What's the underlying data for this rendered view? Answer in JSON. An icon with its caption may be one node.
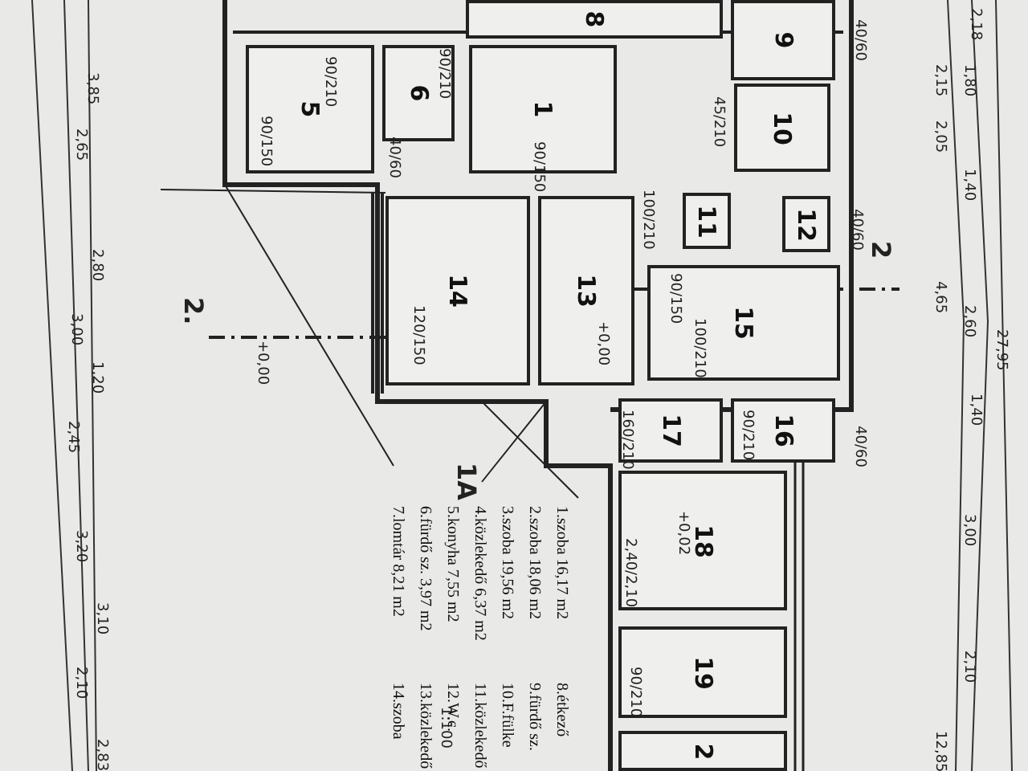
{
  "diagram": {
    "nodes": [
      {
        "text": [
          "8"
        ]
      },
      {
        "text": [
          "9"
        ]
      },
      {
        "text": [
          "5"
        ]
      },
      {
        "text": [
          "6"
        ]
      },
      {
        "text": [
          "1"
        ]
      },
      {
        "text": [
          "10"
        ]
      },
      {
        "text": [
          "14"
        ]
      },
      {
        "text": [
          "13"
        ]
      },
      {
        "text": [
          "11"
        ]
      },
      {
        "text": [
          "12"
        ]
      },
      {
        "text": [
          "15"
        ]
      },
      {
        "text": [
          "17"
        ]
      },
      {
        "text": [
          "16"
        ]
      },
      {
        "text": [
          "18"
        ]
      },
      {
        "text": [
          "19"
        ]
      },
      {
        "text": [
          "2"
        ]
      }
    ],
    "edges": [],
    "labels": [
      "3,85",
      "2,65",
      "2,80",
      "3,00",
      "1,20",
      "2,45",
      "3,20",
      "3,10",
      "2,10",
      "2,83",
      "2,18",
      "2,15",
      "1,80",
      "2,05",
      "1,40",
      "4,65",
      "2,60",
      "27,95",
      "1,40",
      "3,00",
      "2,10",
      "12,85",
      "90/210",
      "90/210",
      "40/60",
      "90/150",
      "90/150",
      "40/60",
      "45/210",
      "100/210",
      "40/60",
      "120/150",
      "90/150",
      "100/210",
      "160/210",
      "90/210",
      "40/60",
      "2,40/2,10",
      "90/210",
      "2.",
      "2",
      "1A",
      "+0,00",
      "+0,00",
      "+0,02",
      "1:100",
      "1.szoba 16,17 m2",
      "2.szoba 18,06 m2",
      "3.szoba 19,56 m2",
      "4.közlekedő 6,37 m2",
      "5.konyha 7,55 m2",
      "6.fürdő sz. 3,97 m2",
      "7.lomtár 8,21 m2",
      "8.étkező",
      "9.fürdő sz.",
      "10.F.fülke",
      "11.közlekedő",
      "12.W.c.",
      "13.közlekedő",
      "14.szoba"
    ]
  }
}
